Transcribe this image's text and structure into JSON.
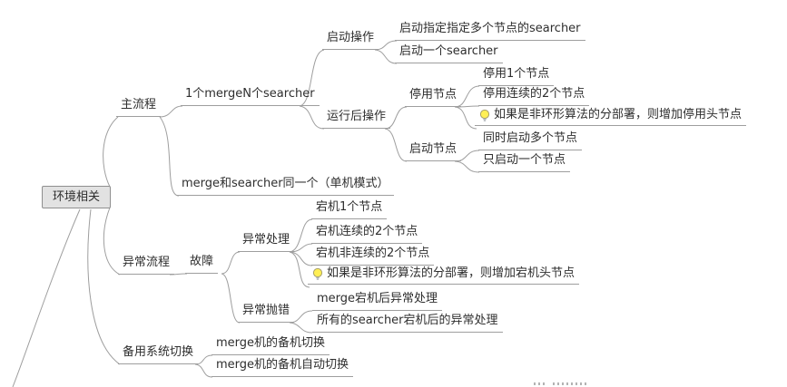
{
  "colors": {
    "background": "#ffffff",
    "line": "#9e9e9e",
    "text": "#2e2e2e",
    "root_bg": "#e2e2e2",
    "root_border": "#8f8f8f",
    "bulb_fill": "#ffef55"
  },
  "nodes": {
    "root": "环境相关",
    "main_flow": "主流程",
    "one_merge_n_searcher": "1个mergeN个searcher",
    "startup_operations": "启动操作",
    "start_specified_multi_node_searcher": "启动指定指定多个节点的searcher",
    "start_one_searcher": "启动一个searcher",
    "post_run_operations": "运行后操作",
    "disable_node": "停用节点",
    "disable_one_node": "停用1个节点",
    "disable_two_consecutive_nodes": "停用连续的2个节点",
    "disable_head_node_note": "如果是非环形算法的分部署，则增加停用头节点",
    "start_node": "启动节点",
    "start_multiple_nodes_simultaneously": "同时启动多个节点",
    "start_only_one_node": "只启动一个节点",
    "single_machine_mode": "merge和searcher同一个（单机模式）",
    "exception_flow": "异常流程",
    "fault": "故障",
    "exception_handling": "异常处理",
    "one_node_down": "宕机1个节点",
    "two_consecutive_nodes_down": "宕机连续的2个节点",
    "two_nonconsecutive_nodes_down": "宕机非连续的2个节点",
    "down_head_node_note": "如果是非环形算法的分部署，则增加宕机头节点",
    "exception_throw": "异常抛错",
    "merge_down_exception_handling": "merge宕机后异常处理",
    "all_searchers_down_exception_handling": "所有的searcher宕机后的异常处理",
    "backup_system_switch": "备用系统切换",
    "merge_backup_switch": "merge机的备机切换",
    "merge_backup_auto_switch": "merge机的备机自动切换"
  },
  "hierarchy": {
    "root": [
      "main_flow",
      "exception_flow",
      "backup_system_switch"
    ],
    "main_flow": [
      "one_merge_n_searcher",
      "single_machine_mode"
    ],
    "one_merge_n_searcher": [
      "startup_operations",
      "post_run_operations"
    ],
    "startup_operations": [
      "start_specified_multi_node_searcher",
      "start_one_searcher"
    ],
    "post_run_operations": [
      "disable_node",
      "start_node"
    ],
    "disable_node": [
      "disable_one_node",
      "disable_two_consecutive_nodes",
      "disable_head_node_note"
    ],
    "start_node": [
      "start_multiple_nodes_simultaneously",
      "start_only_one_node"
    ],
    "exception_flow": [
      "fault"
    ],
    "fault": [
      "exception_handling",
      "exception_throw"
    ],
    "exception_handling": [
      "one_node_down",
      "two_consecutive_nodes_down",
      "two_nonconsecutive_nodes_down",
      "down_head_node_note"
    ],
    "exception_throw": [
      "merge_down_exception_handling",
      "all_searchers_down_exception_handling"
    ],
    "backup_system_switch": [
      "merge_backup_switch",
      "merge_backup_auto_switch"
    ]
  }
}
